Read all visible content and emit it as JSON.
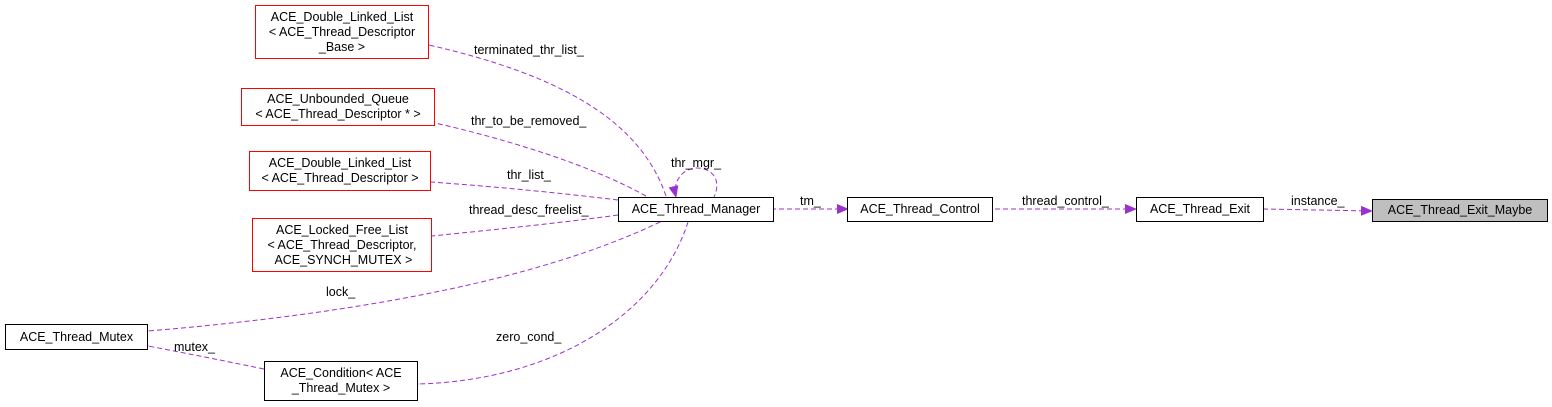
{
  "colors": {
    "edge": "#9a32cd",
    "node_border": "#000000",
    "node_border_incomplete": "#ff0000",
    "focus_fill": "#bfbfbf"
  },
  "nodes": {
    "thread_exit_maybe": {
      "lines": [
        "ACE_Thread_Exit_Maybe"
      ]
    },
    "thread_exit": {
      "lines": [
        "ACE_Thread_Exit"
      ]
    },
    "thread_control": {
      "lines": [
        "ACE_Thread_Control"
      ]
    },
    "thread_manager": {
      "lines": [
        "ACE_Thread_Manager"
      ]
    },
    "dll_base": {
      "lines": [
        "ACE_Double_Linked_List",
        "< ACE_Thread_Descriptor",
        "_Base >"
      ]
    },
    "unbounded_queue": {
      "lines": [
        "ACE_Unbounded_Queue",
        "< ACE_Thread_Descriptor * >"
      ]
    },
    "dll_desc": {
      "lines": [
        "ACE_Double_Linked_List",
        "< ACE_Thread_Descriptor >"
      ]
    },
    "locked_free_list": {
      "lines": [
        "ACE_Locked_Free_List",
        "< ACE_Thread_Descriptor,",
        " ACE_SYNCH_MUTEX >"
      ]
    },
    "thread_mutex": {
      "lines": [
        "ACE_Thread_Mutex"
      ]
    },
    "condition": {
      "lines": [
        "ACE_Condition< ACE",
        "_Thread_Mutex >"
      ]
    }
  },
  "edges": {
    "instance": "instance_",
    "thread_control": "thread_control_",
    "tm": "tm_",
    "thr_mgr": "thr_mgr_",
    "terminated_thr_list": "terminated_thr_list_",
    "thr_to_be_removed": "thr_to_be_removed_",
    "thr_list": "thr_list_",
    "thread_desc_freelist": "thread_desc_freelist_",
    "lock": "lock_",
    "zero_cond": "zero_cond_",
    "mutex": "mutex_"
  }
}
